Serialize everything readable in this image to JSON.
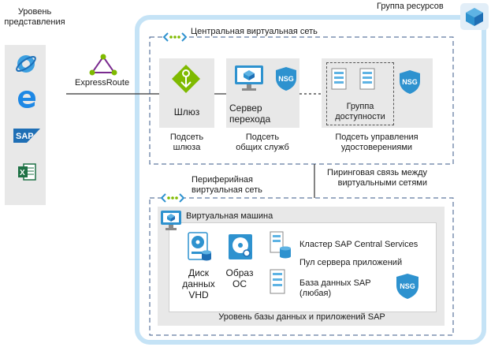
{
  "presentation": {
    "title_line1": "Уровень",
    "title_line2": "представления",
    "clients": [
      "ie-icon",
      "edge-icon",
      "sap-icon",
      "excel-icon"
    ]
  },
  "expressroute": {
    "label": "ExpressRoute"
  },
  "resource_group": {
    "label": "Группа ресурсов"
  },
  "central_vnet": {
    "label": "Центральная виртуальная сеть",
    "gateway": {
      "label": "Шлюз",
      "subnet_line1": "Подсеть",
      "subnet_line2": "шлюза"
    },
    "jump": {
      "label_line1": "Сервер",
      "label_line2": "перехода",
      "subnet_line1": "Подсеть",
      "subnet_line2": "общих служб",
      "nsg": "NSG"
    },
    "identity": {
      "label_line1": "Группа",
      "label_line2": "доступности",
      "subnet_line1": "Подсеть управления",
      "subnet_line2": "удостоверениями",
      "nsg": "NSG"
    }
  },
  "peering": {
    "line1": "Пиринговая связь между",
    "line2": "виртуальными сетями"
  },
  "spoke_vnet": {
    "label_line1": "Периферийная",
    "label_line2": "виртуальная сеть",
    "vm_label": "Виртуальная машина",
    "disk": {
      "line1": "Диск",
      "line2": "данных",
      "line3": "VHD"
    },
    "os": {
      "line1": "Образ",
      "line2": "ОС"
    },
    "items": [
      "Кластер SAP Central Services",
      "Пул сервера приложений",
      "База данных SAP",
      "(любая)"
    ],
    "nsg": "NSG",
    "tier_label": "Уровень базы данных и приложений SAP"
  },
  "colors": {
    "azure_blue": "#2e92cf",
    "group_border": "#c5e3f6",
    "box_gray": "#e8e8e8",
    "green": "#7fba00",
    "purple": "#7a2b8f"
  }
}
